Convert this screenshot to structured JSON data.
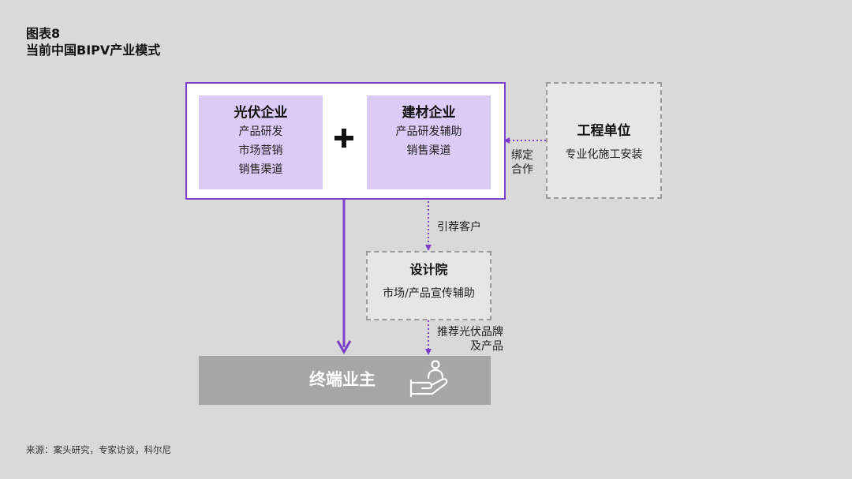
{
  "header": {
    "label": "图表8",
    "title": "当前中国BIPV产业模式"
  },
  "pv_company": {
    "title": "光伏企业",
    "items": [
      "产品研发",
      "市场营销",
      "销售渠道"
    ]
  },
  "building_material_company": {
    "title": "建材企业",
    "items": [
      "产品研发辅助",
      "销售渠道"
    ]
  },
  "engineering_unit": {
    "title": "工程单位",
    "desc": "专业化施工安装"
  },
  "cooperation_label": [
    "绑定",
    "合作"
  ],
  "referral_label": "引荐客户",
  "design_institute": {
    "title": "设计院",
    "desc": "市场/产品宣传辅助"
  },
  "recommend_label": [
    "推荐光伏品牌",
    "及产品"
  ],
  "end_owner": {
    "title": "终端业主",
    "icon": "hand-with-person-icon"
  },
  "source": "来源：案头研究，专家访谈，科尔尼",
  "colors": {
    "purple": "#7b3fc9",
    "light_purple": "#dccbf6",
    "gray_fill": "#a6a6a6",
    "background": "#d9d9d9"
  }
}
